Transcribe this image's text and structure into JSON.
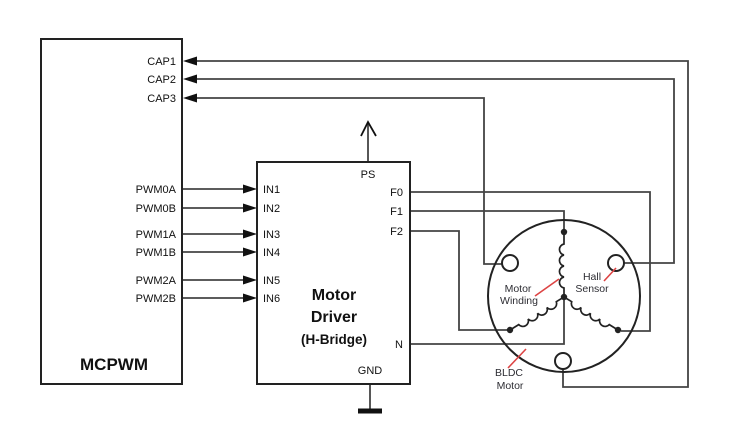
{
  "mcpwm": {
    "label": "MCPWM",
    "cap_pins": [
      "CAP1",
      "CAP2",
      "CAP3"
    ],
    "pwm_pins": [
      "PWM0A",
      "PWM0B",
      "PWM1A",
      "PWM1B",
      "PWM2A",
      "PWM2B"
    ]
  },
  "driver": {
    "name_line1": "Motor",
    "name_line2": "Driver",
    "subtitle": "(H-Bridge)",
    "in_pins": [
      "IN1",
      "IN2",
      "IN3",
      "IN4",
      "IN5",
      "IN6"
    ],
    "ps_pin": "PS",
    "f_pins": [
      "F0",
      "F1",
      "F2"
    ],
    "n_pin": "N",
    "gnd_pin": "GND"
  },
  "motor": {
    "winding_label_line1": "Motor",
    "winding_label_line2": "Winding",
    "hall_label_line1": "Hall",
    "hall_label_line2": "Sensor",
    "name_line1": "BLDC",
    "name_line2": "Motor"
  },
  "colors": {
    "wire": "#444444",
    "outline": "#222222",
    "callout": "#dd4444",
    "annotation_text": "#2d2d33",
    "pin_text": "#111111",
    "bg": "#ffffff"
  }
}
